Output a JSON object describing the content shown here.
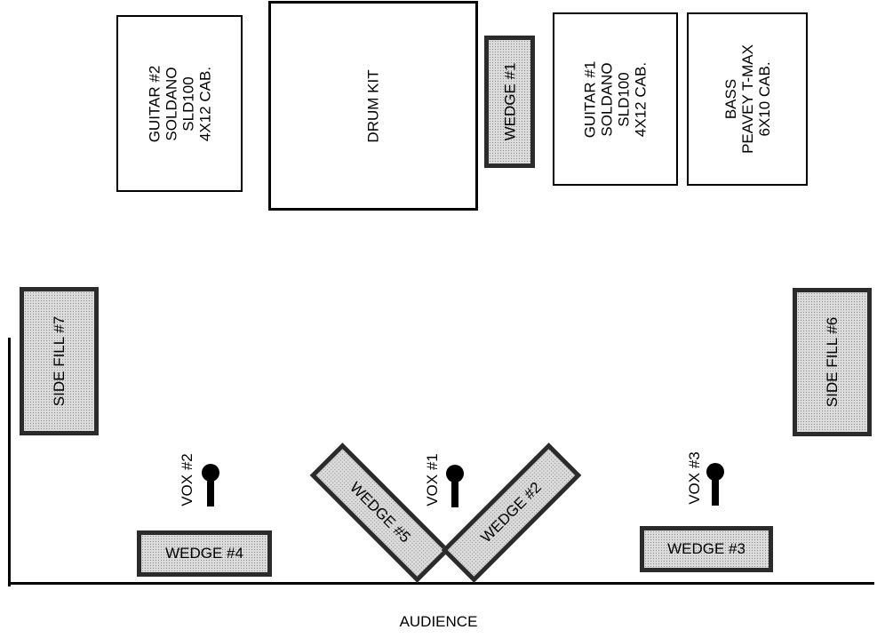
{
  "guitar2": {
    "lines": [
      "GUITAR #2",
      "SOLDANO",
      "SLD100",
      "4X12 CAB."
    ]
  },
  "drum_kit": {
    "label": "DRUM KIT"
  },
  "wedge1": {
    "label": "WEDGE #1"
  },
  "guitar1": {
    "lines": [
      "GUITAR #1",
      "SOLDANO",
      "SLD100",
      "4X12 CAB."
    ]
  },
  "bass": {
    "lines": [
      "BASS",
      "PEAVEY T-MAX",
      "6X10 CAB."
    ]
  },
  "side_fill_7": {
    "label": "SIDE FILL #7"
  },
  "side_fill_6": {
    "label": "SIDE FILL #6"
  },
  "vox2": {
    "label": "VOX #2"
  },
  "vox1": {
    "label": "VOX #1"
  },
  "vox3": {
    "label": "VOX #3"
  },
  "wedge4": {
    "label": "WEDGE #4"
  },
  "wedge5": {
    "label": "WEDGE #5"
  },
  "wedge2": {
    "label": "WEDGE #2"
  },
  "wedge3": {
    "label": "WEDGE #3"
  },
  "audience": {
    "label": "AUDIENCE"
  }
}
